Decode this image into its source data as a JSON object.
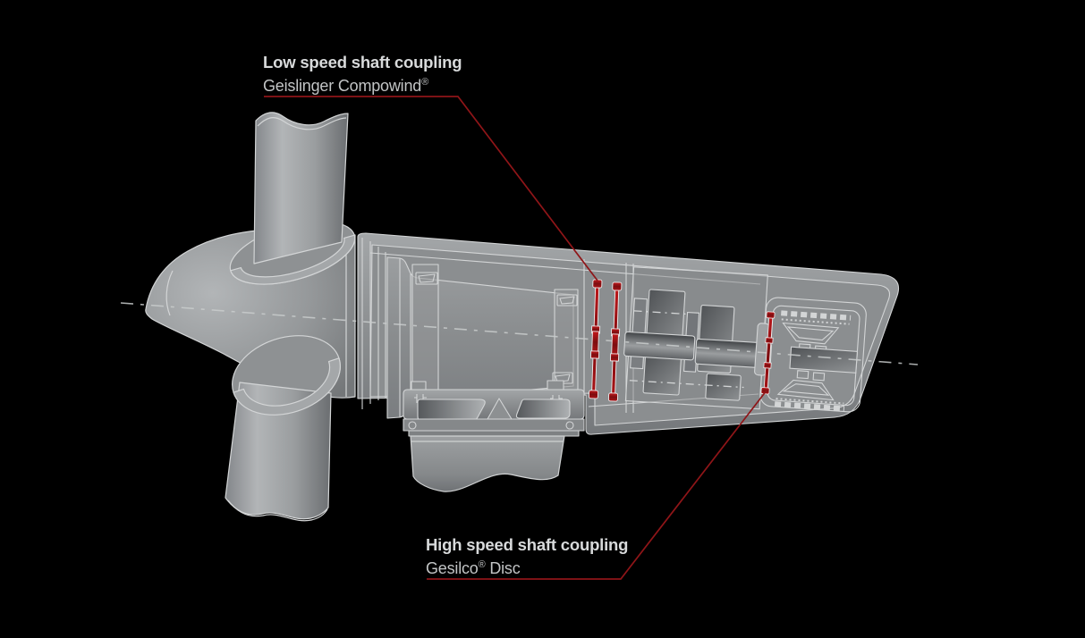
{
  "meta": {
    "description": "Cutaway technical illustration of a wind turbine nacelle drivetrain on black background, with two coupling products highlighted in red",
    "background_color": "#000000"
  },
  "colors": {
    "background": "#000000",
    "callout_line": "#8f1518",
    "highlight_red_bright": "#c2191c",
    "highlight_red_dark": "#7c0d10",
    "outline_white": "#d3d5d6",
    "title_text": "#d8dadb",
    "subtitle_text": "#c2c4c5"
  },
  "callouts": {
    "low_speed": {
      "title": "Low speed shaft coupling",
      "brand": "Geislinger Compowind",
      "reg_mark": "®",
      "brand_suffix": ""
    },
    "high_speed": {
      "title": "High speed shaft coupling",
      "brand": "Gesilco",
      "reg_mark": "®",
      "brand_suffix": " Disc"
    }
  },
  "diagram": {
    "parts": [
      {
        "name": "rotor-hub",
        "highlighted": false
      },
      {
        "name": "rotor-blade-top",
        "highlighted": false
      },
      {
        "name": "rotor-blade-bottom",
        "highlighted": false
      },
      {
        "name": "nacelle-housing",
        "highlighted": false
      },
      {
        "name": "main-shaft-housing",
        "highlighted": false
      },
      {
        "name": "gearbox",
        "highlighted": false
      },
      {
        "name": "low-speed-shaft-coupling",
        "highlighted": true
      },
      {
        "name": "high-speed-shaft-coupling",
        "highlighted": true
      },
      {
        "name": "generator",
        "highlighted": false
      },
      {
        "name": "bedplate",
        "highlighted": false
      },
      {
        "name": "tower-top",
        "highlighted": false
      },
      {
        "name": "rotation-axis-centerline",
        "highlighted": false
      }
    ]
  }
}
